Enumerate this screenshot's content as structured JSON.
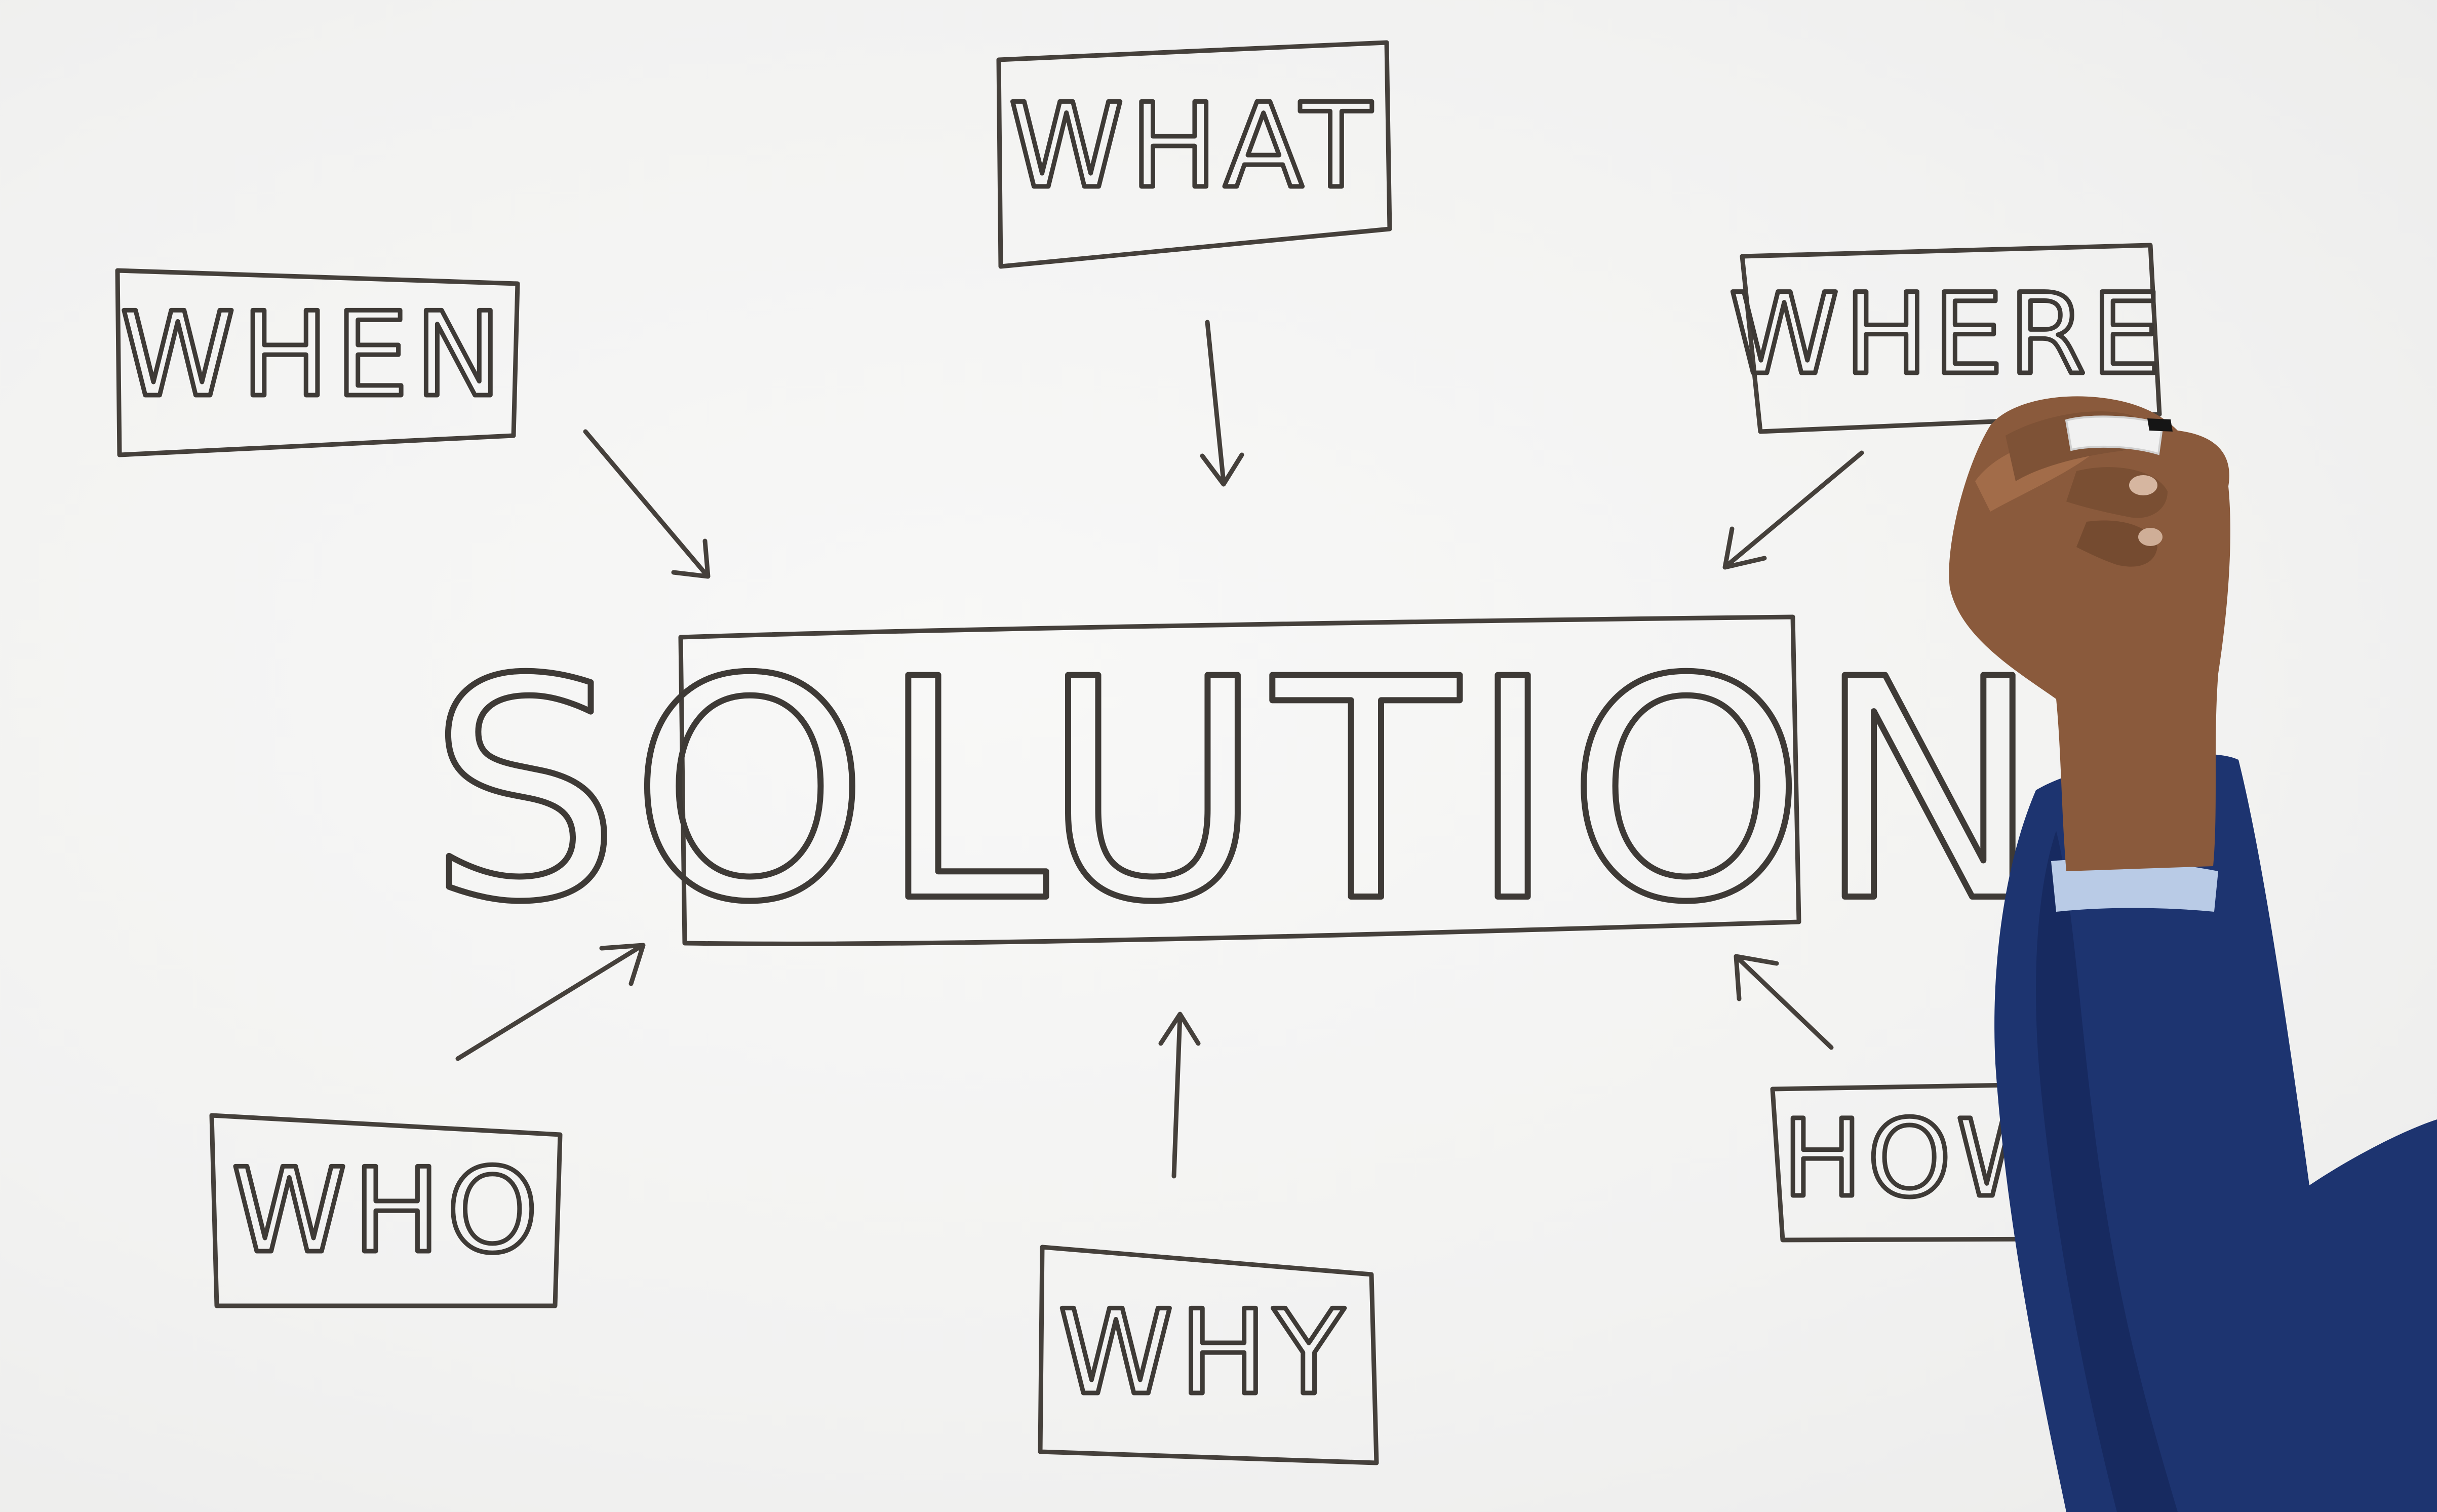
{
  "board": {
    "center_label": "SOLUTION",
    "nodes": {
      "what": "WHAT",
      "when": "WHEN",
      "where": "WHERE",
      "who": "WHO",
      "why": "WHY",
      "how": "HOW"
    }
  },
  "colors": {
    "board": "#f3f3f2",
    "marker": "#45403b",
    "suit": "#1d3470",
    "skin": "#8a5a3c",
    "shirt": "#b9cbe6"
  },
  "icons": {
    "hand": "hand-holding-marker"
  }
}
